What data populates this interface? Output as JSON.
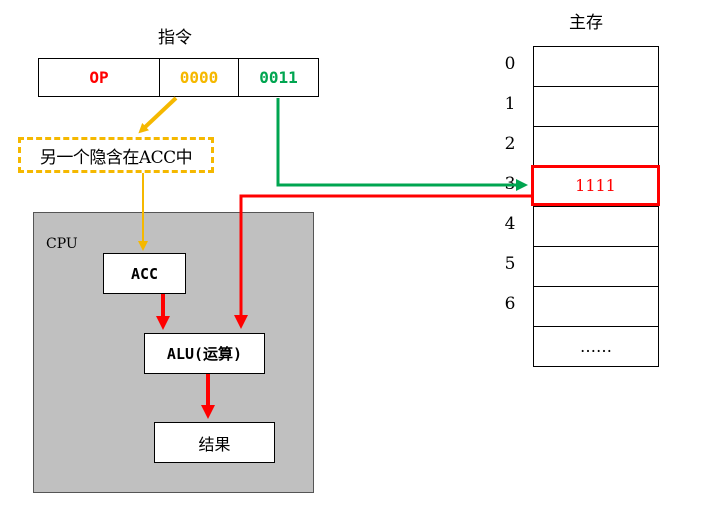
{
  "instruction": {
    "title": "指令",
    "fields": [
      {
        "label": "OP",
        "color": "#ff0000"
      },
      {
        "label": "0000",
        "color": "#f5b800"
      },
      {
        "label": "0011",
        "color": "#00a550"
      }
    ]
  },
  "hint": "另一个隐含在ACC中",
  "cpu": {
    "label": "CPU",
    "acc": "ACC",
    "alu": "ALU(运算)",
    "result": "结果"
  },
  "memory": {
    "title": "主存",
    "addresses": [
      "0",
      "1",
      "2",
      "3",
      "4",
      "5",
      "6"
    ],
    "cells": [
      "",
      "",
      "",
      "1111",
      "",
      "",
      "",
      "……"
    ],
    "highlight_index": 3,
    "highlight_color": "#ff0000"
  },
  "colors": {
    "yellow": "#f5b800",
    "green": "#00a550",
    "red": "#ff0000",
    "cpu_bg": "#c0c0c0"
  }
}
